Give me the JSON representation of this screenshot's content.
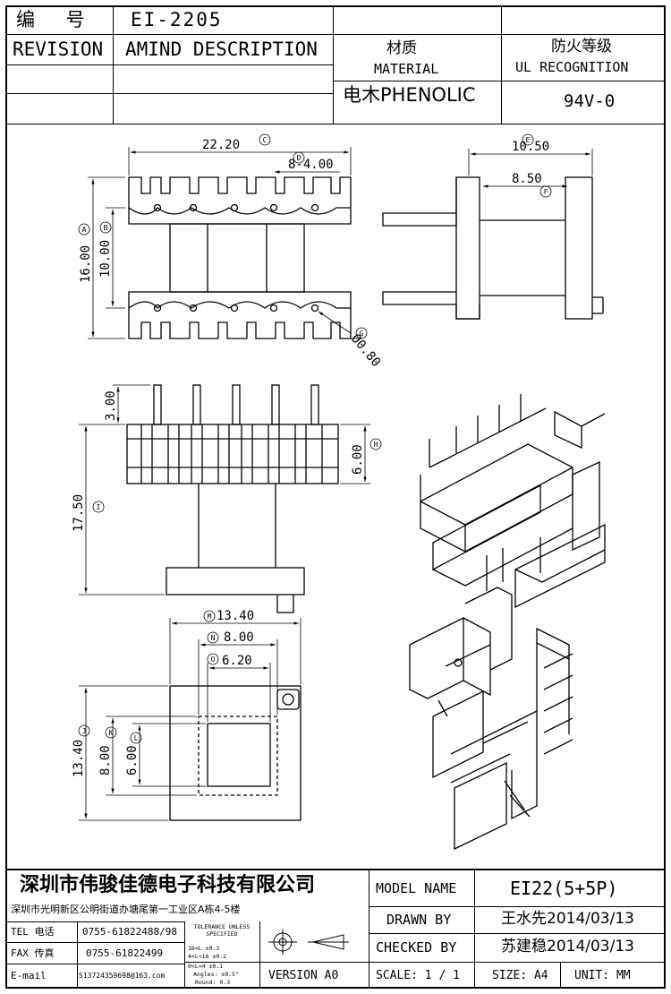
{
  "header": {
    "code_label": "编 号",
    "code_value": "EI-2205",
    "revision_label": "REVISION",
    "amind_label": "AMIND DESCRIPTION",
    "material_cn": "材质",
    "material_en": "MATERIAL",
    "material_value": "电木PHENOLIC",
    "ul_cn": "防火等级",
    "ul_en": "UL RECOGNITION",
    "ul_value": "94V-0"
  },
  "dims": {
    "d_22_20": "22.20",
    "d_8_4": "8-4.00",
    "d_16": "16.00",
    "d_10": "10.00",
    "d_0_80": "Ø0.80",
    "d_10_50": "10.50",
    "d_8_50": "8.50",
    "d_3": "3.00",
    "d_6": "6.00",
    "d_17_50": "17.50",
    "d_13_40_h": "13.40",
    "d_8_00": "8.00",
    "d_6_20": "6.20",
    "d_13_40_v": "13.40",
    "d_8_00_v": "8.00",
    "d_6_00_v": "6.00"
  },
  "markers": {
    "A": "A",
    "B": "B",
    "C": "C",
    "D": "D",
    "E": "E",
    "F": "F",
    "G": "G",
    "H": "H",
    "I": "I",
    "J": "J",
    "K": "K",
    "L": "L",
    "M": "M",
    "N": "N",
    "O": "O"
  },
  "footer": {
    "company": "深圳市伟骏佳德电子科技有限公司",
    "address": "深圳市光明新区公明街道办塘尾第一工业区A栋4-5楼",
    "tel_label": "TEL 电话",
    "tel_value": "0755-61822488/98",
    "fax_label": "FAX 传真",
    "fax_value": "0755-61822499",
    "email_label": "E-mail",
    "email_value": "S13724359698@163.com",
    "tol_title": "TOLERANCE UNLESS SPECIFIED",
    "tol_1": "16<L        ±0.3",
    "tol_2": "4<L<16      ±0.2",
    "tol_3": "0<L<4       ±0.1",
    "tol_4": "Angles: ±0.5°",
    "tol_5": "Round: 0.3",
    "version": "VERSION A0",
    "model_label": "MODEL NAME",
    "model_value": "EI22(5+5P)",
    "drawn_label": "DRAWN BY",
    "drawn_value": "王水先2014/03/13",
    "checked_label": "CHECKED BY",
    "checked_value": "苏建稳2014/03/13",
    "scale": "SCALE: 1 / 1",
    "size": "SIZE: A4",
    "unit": "UNIT: MM"
  }
}
